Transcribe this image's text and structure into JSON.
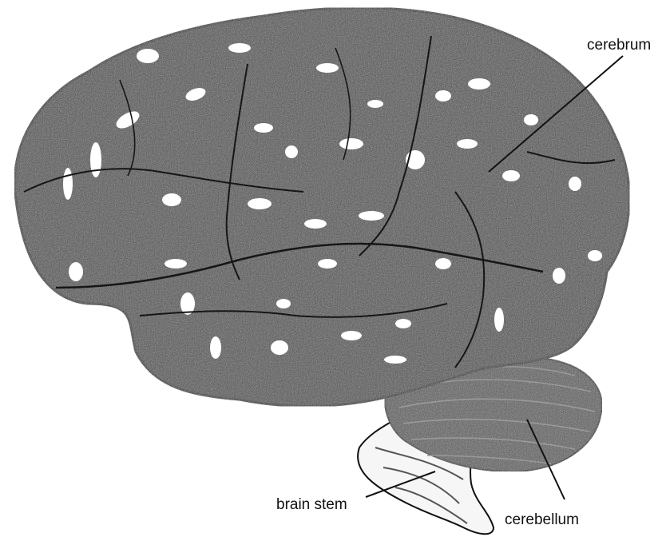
{
  "labels": {
    "cerebrum": "cerebrum",
    "cerebellum": "cerebellum",
    "brain_stem": "brain stem"
  },
  "colors": {
    "brain_fill": "#3c3c3c",
    "highlight": "#ffffff",
    "outline": "#111111",
    "cerebellum_fill": "#4a4a4a",
    "stem_fill": "#f6f6f6"
  }
}
